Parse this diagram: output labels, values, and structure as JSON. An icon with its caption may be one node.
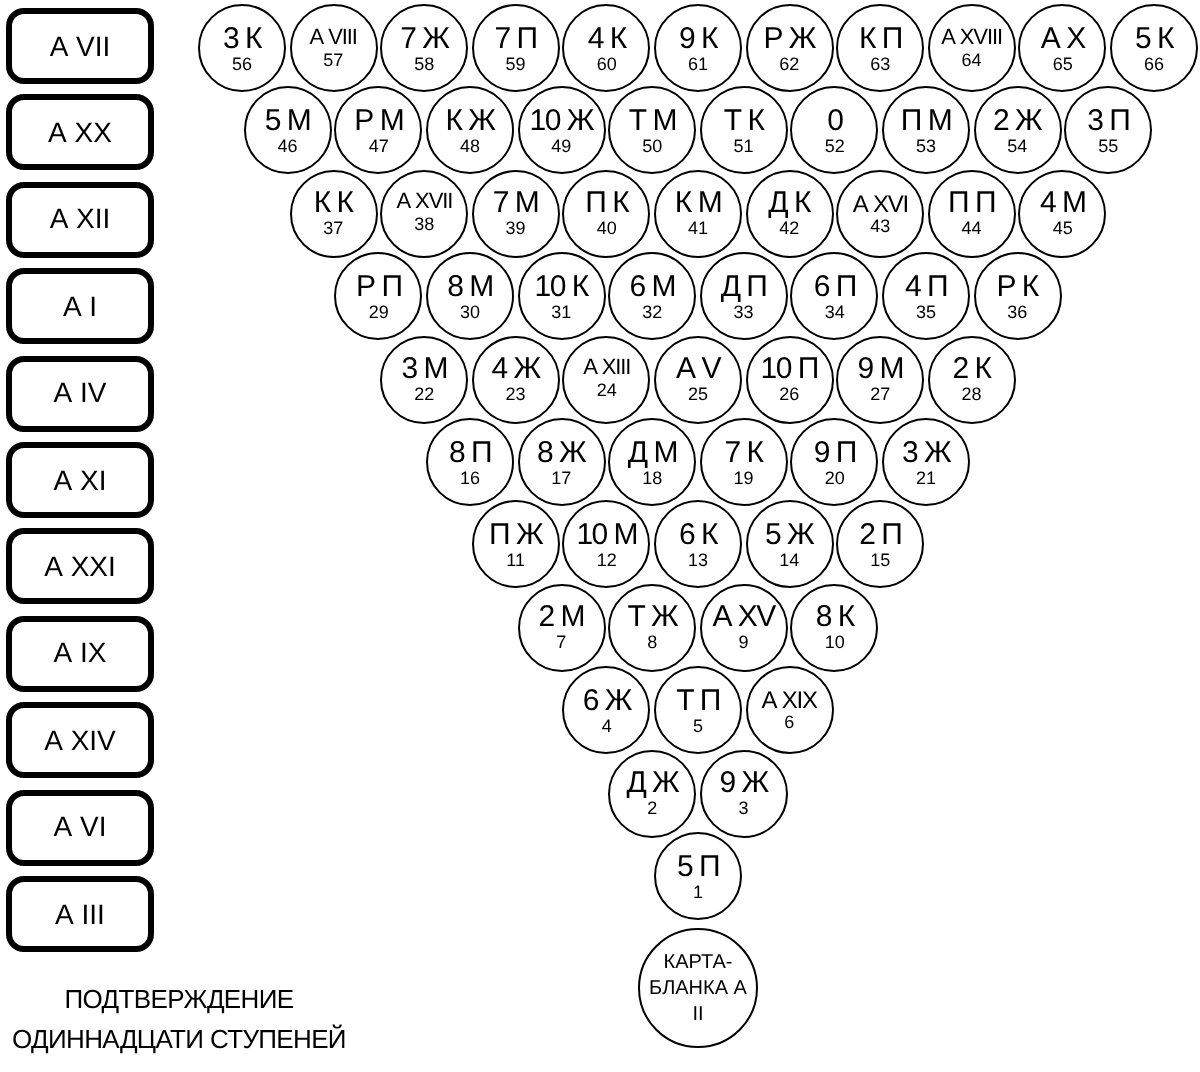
{
  "diagram": {
    "nodes": [
      {
        "text": [
          "А VII"
        ]
      },
      {
        "text": [
          "А XX"
        ]
      },
      {
        "text": [
          "А XII"
        ]
      },
      {
        "text": [
          "А I"
        ]
      },
      {
        "text": [
          "А IV"
        ]
      },
      {
        "text": [
          "А XI"
        ]
      },
      {
        "text": [
          "А XXI"
        ]
      },
      {
        "text": [
          "А IX"
        ]
      },
      {
        "text": [
          "А XIV"
        ]
      },
      {
        "text": [
          "А VI"
        ]
      },
      {
        "text": [
          "А III"
        ]
      },
      {
        "text": [
          "3 К",
          "56"
        ]
      },
      {
        "text": [
          "А VIII",
          "57"
        ]
      },
      {
        "text": [
          "7 Ж",
          "58"
        ]
      },
      {
        "text": [
          "7 П",
          "59"
        ]
      },
      {
        "text": [
          "4 К",
          "60"
        ]
      },
      {
        "text": [
          "9 К",
          "61"
        ]
      },
      {
        "text": [
          "Р Ж",
          "62"
        ]
      },
      {
        "text": [
          "К П",
          "63"
        ]
      },
      {
        "text": [
          "А XVIII",
          "64"
        ]
      },
      {
        "text": [
          "А X",
          "65"
        ]
      },
      {
        "text": [
          "5 К",
          "66"
        ]
      },
      {
        "text": [
          "5 М",
          "46"
        ]
      },
      {
        "text": [
          "Р М",
          "47"
        ]
      },
      {
        "text": [
          "К Ж",
          "48"
        ]
      },
      {
        "text": [
          "10 Ж",
          "49"
        ]
      },
      {
        "text": [
          "Т М",
          "50"
        ]
      },
      {
        "text": [
          "Т К",
          "51"
        ]
      },
      {
        "text": [
          "0",
          "52"
        ]
      },
      {
        "text": [
          "П М",
          "53"
        ]
      },
      {
        "text": [
          "2 Ж",
          "54"
        ]
      },
      {
        "text": [
          "3 П",
          "55"
        ]
      },
      {
        "text": [
          "К К",
          "37"
        ]
      },
      {
        "text": [
          "А XVII",
          "38"
        ]
      },
      {
        "text": [
          "7 М",
          "39"
        ]
      },
      {
        "text": [
          "П К",
          "40"
        ]
      },
      {
        "text": [
          "К М",
          "41"
        ]
      },
      {
        "text": [
          "Д К",
          "42"
        ]
      },
      {
        "text": [
          "А XVI",
          "43"
        ]
      },
      {
        "text": [
          "П П",
          "44"
        ]
      },
      {
        "text": [
          "4 М",
          "45"
        ]
      },
      {
        "text": [
          "Р П",
          "29"
        ]
      },
      {
        "text": [
          "8 М",
          "30"
        ]
      },
      {
        "text": [
          "10 К",
          "31"
        ]
      },
      {
        "text": [
          "6 М",
          "32"
        ]
      },
      {
        "text": [
          "Д П",
          "33"
        ]
      },
      {
        "text": [
          "6 П",
          "34"
        ]
      },
      {
        "text": [
          "4 П",
          "35"
        ]
      },
      {
        "text": [
          "Р К",
          "36"
        ]
      },
      {
        "text": [
          "3 М",
          "22"
        ]
      },
      {
        "text": [
          "4 Ж",
          "23"
        ]
      },
      {
        "text": [
          "А XIII",
          "24"
        ]
      },
      {
        "text": [
          "А V",
          "25"
        ]
      },
      {
        "text": [
          "10 П",
          "26"
        ]
      },
      {
        "text": [
          "9 М",
          "27"
        ]
      },
      {
        "text": [
          "2 К",
          "28"
        ]
      },
      {
        "text": [
          "8 П",
          "16"
        ]
      },
      {
        "text": [
          "8 Ж",
          "17"
        ]
      },
      {
        "text": [
          "Д М",
          "18"
        ]
      },
      {
        "text": [
          "7 К",
          "19"
        ]
      },
      {
        "text": [
          "9 П",
          "20"
        ]
      },
      {
        "text": [
          "3 Ж",
          "21"
        ]
      },
      {
        "text": [
          "П Ж",
          "11"
        ]
      },
      {
        "text": [
          "10 М",
          "12"
        ]
      },
      {
        "text": [
          "6 К",
          "13"
        ]
      },
      {
        "text": [
          "5 Ж",
          "14"
        ]
      },
      {
        "text": [
          "2 П",
          "15"
        ]
      },
      {
        "text": [
          "2 М",
          "7"
        ]
      },
      {
        "text": [
          "Т Ж",
          "8"
        ]
      },
      {
        "text": [
          "А XV",
          "9"
        ]
      },
      {
        "text": [
          "8 К",
          "10"
        ]
      },
      {
        "text": [
          "6 Ж",
          "4"
        ]
      },
      {
        "text": [
          "Т П",
          "5"
        ]
      },
      {
        "text": [
          "А XIX",
          "6"
        ]
      },
      {
        "text": [
          "Д Ж",
          "2"
        ]
      },
      {
        "text": [
          "9 Ж",
          "3"
        ]
      },
      {
        "text": [
          "5 П",
          "1"
        ]
      },
      {
        "text": [
          "КАРТА-БЛАНКА А II"
        ]
      }
    ],
    "labels": [
      "ПОДТВЕРЖДЕНИЕ ОДИННАДЦАТИ СТУПЕНЕЙ"
    ]
  }
}
